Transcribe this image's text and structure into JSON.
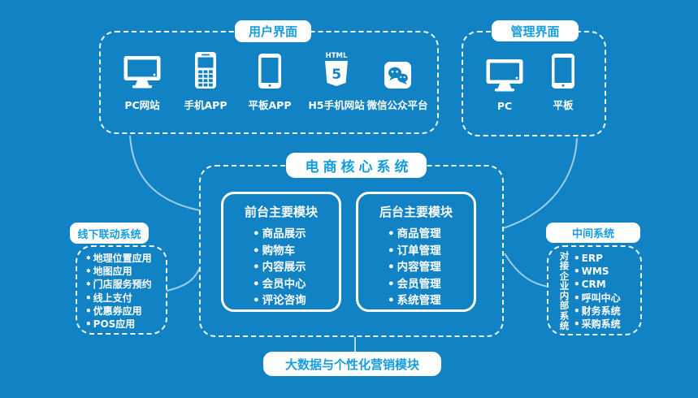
{
  "colors": {
    "background": "#1182c4",
    "accent": "#169dde",
    "white": "#ffffff",
    "connector": "rgba(255,255,255,0.6)"
  },
  "user_interface": {
    "title": "用户界面",
    "items": [
      {
        "icon": "desktop-icon",
        "label": "PC网站"
      },
      {
        "icon": "feature-phone-icon",
        "label": "手机APP"
      },
      {
        "icon": "tablet-icon",
        "label": "平板APP"
      },
      {
        "icon": "html5-icon",
        "label": "H5手机网站"
      },
      {
        "icon": "wechat-icon",
        "label": "微信公众平台"
      }
    ]
  },
  "admin_interface": {
    "title": "管理界面",
    "items": [
      {
        "icon": "desktop-icon",
        "label": "PC"
      },
      {
        "icon": "tablet-icon",
        "label": "平板"
      }
    ]
  },
  "core_system": {
    "title": "电商核心系统",
    "frontend": {
      "title": "前台主要模块",
      "items": [
        "商品展示",
        "购物车",
        "内容展示",
        "会员中心",
        "评论咨询"
      ]
    },
    "backend": {
      "title": "后台主要模块",
      "items": [
        "商品管理",
        "订单管理",
        "内容管理",
        "会员管理",
        "系统管理"
      ]
    }
  },
  "offline_system": {
    "title": "线下联动系统",
    "items": [
      "地理位置应用",
      "地图应用",
      "门店服务预约",
      "线上支付",
      "优惠券应用",
      "POS应用"
    ]
  },
  "middleware_system": {
    "title": "中间系统",
    "side_label": "对接企业内部系统",
    "items": [
      "ERP",
      "WMS",
      "CRM",
      "呼叫中心",
      "财务系统",
      "采购系统"
    ]
  },
  "bigdata_module": {
    "title": "大数据与个性化营销模块"
  },
  "html5_icon": {
    "top_text": "HTML",
    "number": "5"
  }
}
